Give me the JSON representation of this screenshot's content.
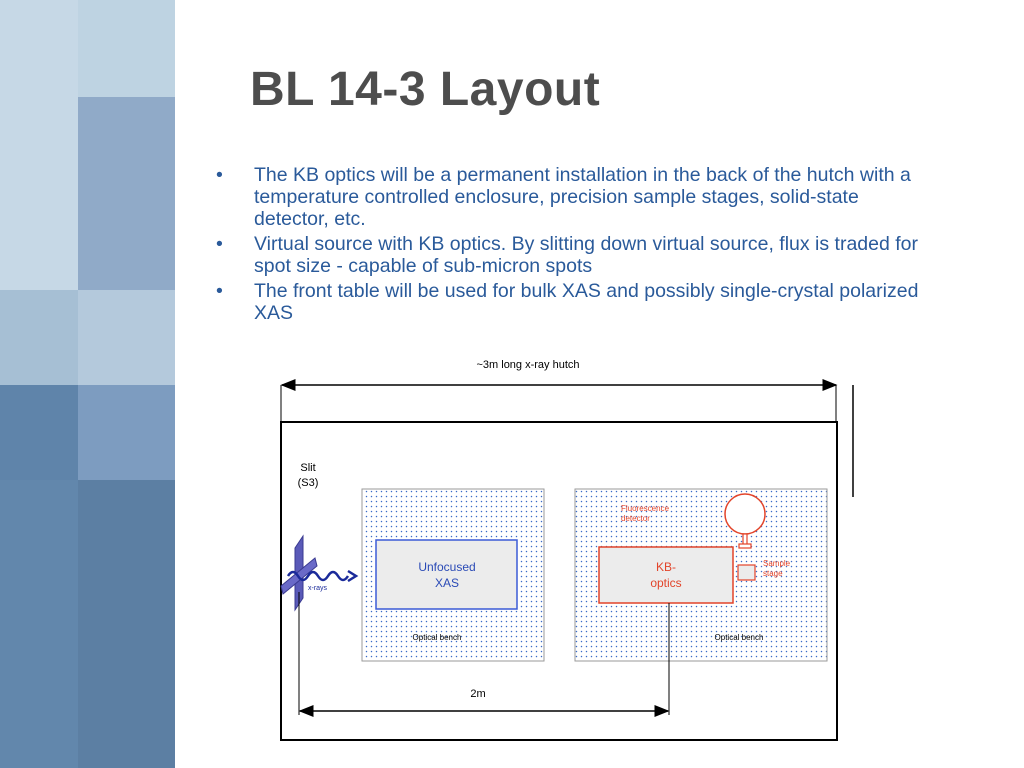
{
  "slide": {
    "title": "BL 14-3 Layout",
    "bullets": [
      "The KB optics will be a permanent installation in the back of the hutch with a temperature controlled enclosure, precision sample stages, solid-state detector, etc.",
      "Virtual source with KB optics.  By slitting down virtual source, flux is traded for spot size - capable of sub-micron spots",
      "The front table will be used for bulk XAS and possibly single-crystal polarized XAS"
    ],
    "bullet_glyph": "•"
  },
  "diagram": {
    "hutch_label": "~3m long x-ray hutch",
    "slit_label_line1": "Slit",
    "slit_label_line2": "(S3)",
    "xrays_label": "x-rays",
    "unfocused_line1": "Unfocused",
    "unfocused_line2": "XAS",
    "kb_line1": "KB-",
    "kb_line2": "optics",
    "fluorescence_line1": "Fluorescence",
    "fluorescence_line2": "detector",
    "sample_line1": "Sample",
    "sample_line2": "stage",
    "bench1_label": "Optical bench",
    "bench2_label": "Optical bench",
    "distance_label": "2m"
  },
  "colors": {
    "title": "#4d4d4d",
    "bullet_text": "#2a5a9a",
    "unfocused_border": "#3b5bd6",
    "kb_border": "#e2442a",
    "bench_dots": "#3a6bc6"
  }
}
